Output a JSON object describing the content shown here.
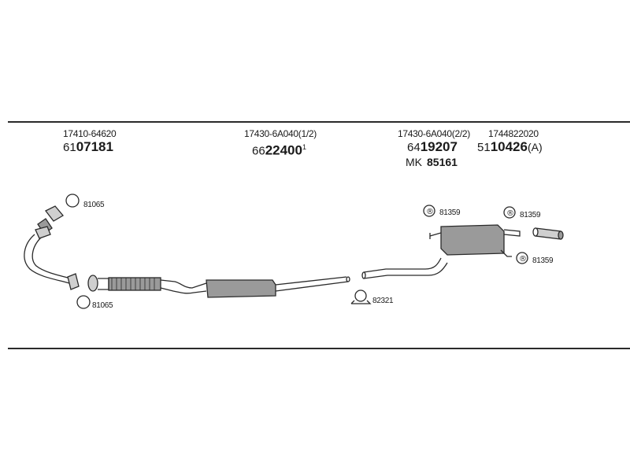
{
  "parts": [
    {
      "id": "front",
      "oem": "17410-64620",
      "code_prefix": "61",
      "code_number": "07181",
      "code_suffix": ""
    },
    {
      "id": "center",
      "oem": "17430-6A040(1/2)",
      "code_prefix": "66",
      "code_number": "22400",
      "code_suffix": "1"
    },
    {
      "id": "rear",
      "oem": "17430-6A040(2/2)",
      "code_prefix": "64",
      "code_number": "19207",
      "code_suffix": "",
      "mk_prefix": "MK",
      "mk_number": "85161"
    },
    {
      "id": "tail",
      "oem": "1744822020",
      "code_prefix": "51",
      "code_number": "10426",
      "code_suffix": "(A)"
    }
  ],
  "refs": {
    "gasket_top": "81065",
    "gasket_bottom": "81065",
    "clamp": "82321",
    "hanger_left": "81359",
    "hanger_right_top": "81359",
    "hanger_right_bottom": "81359"
  },
  "colors": {
    "line": "#2a2a2a",
    "fill": "#9a9a9a",
    "fill_light": "#cfcfcf"
  }
}
